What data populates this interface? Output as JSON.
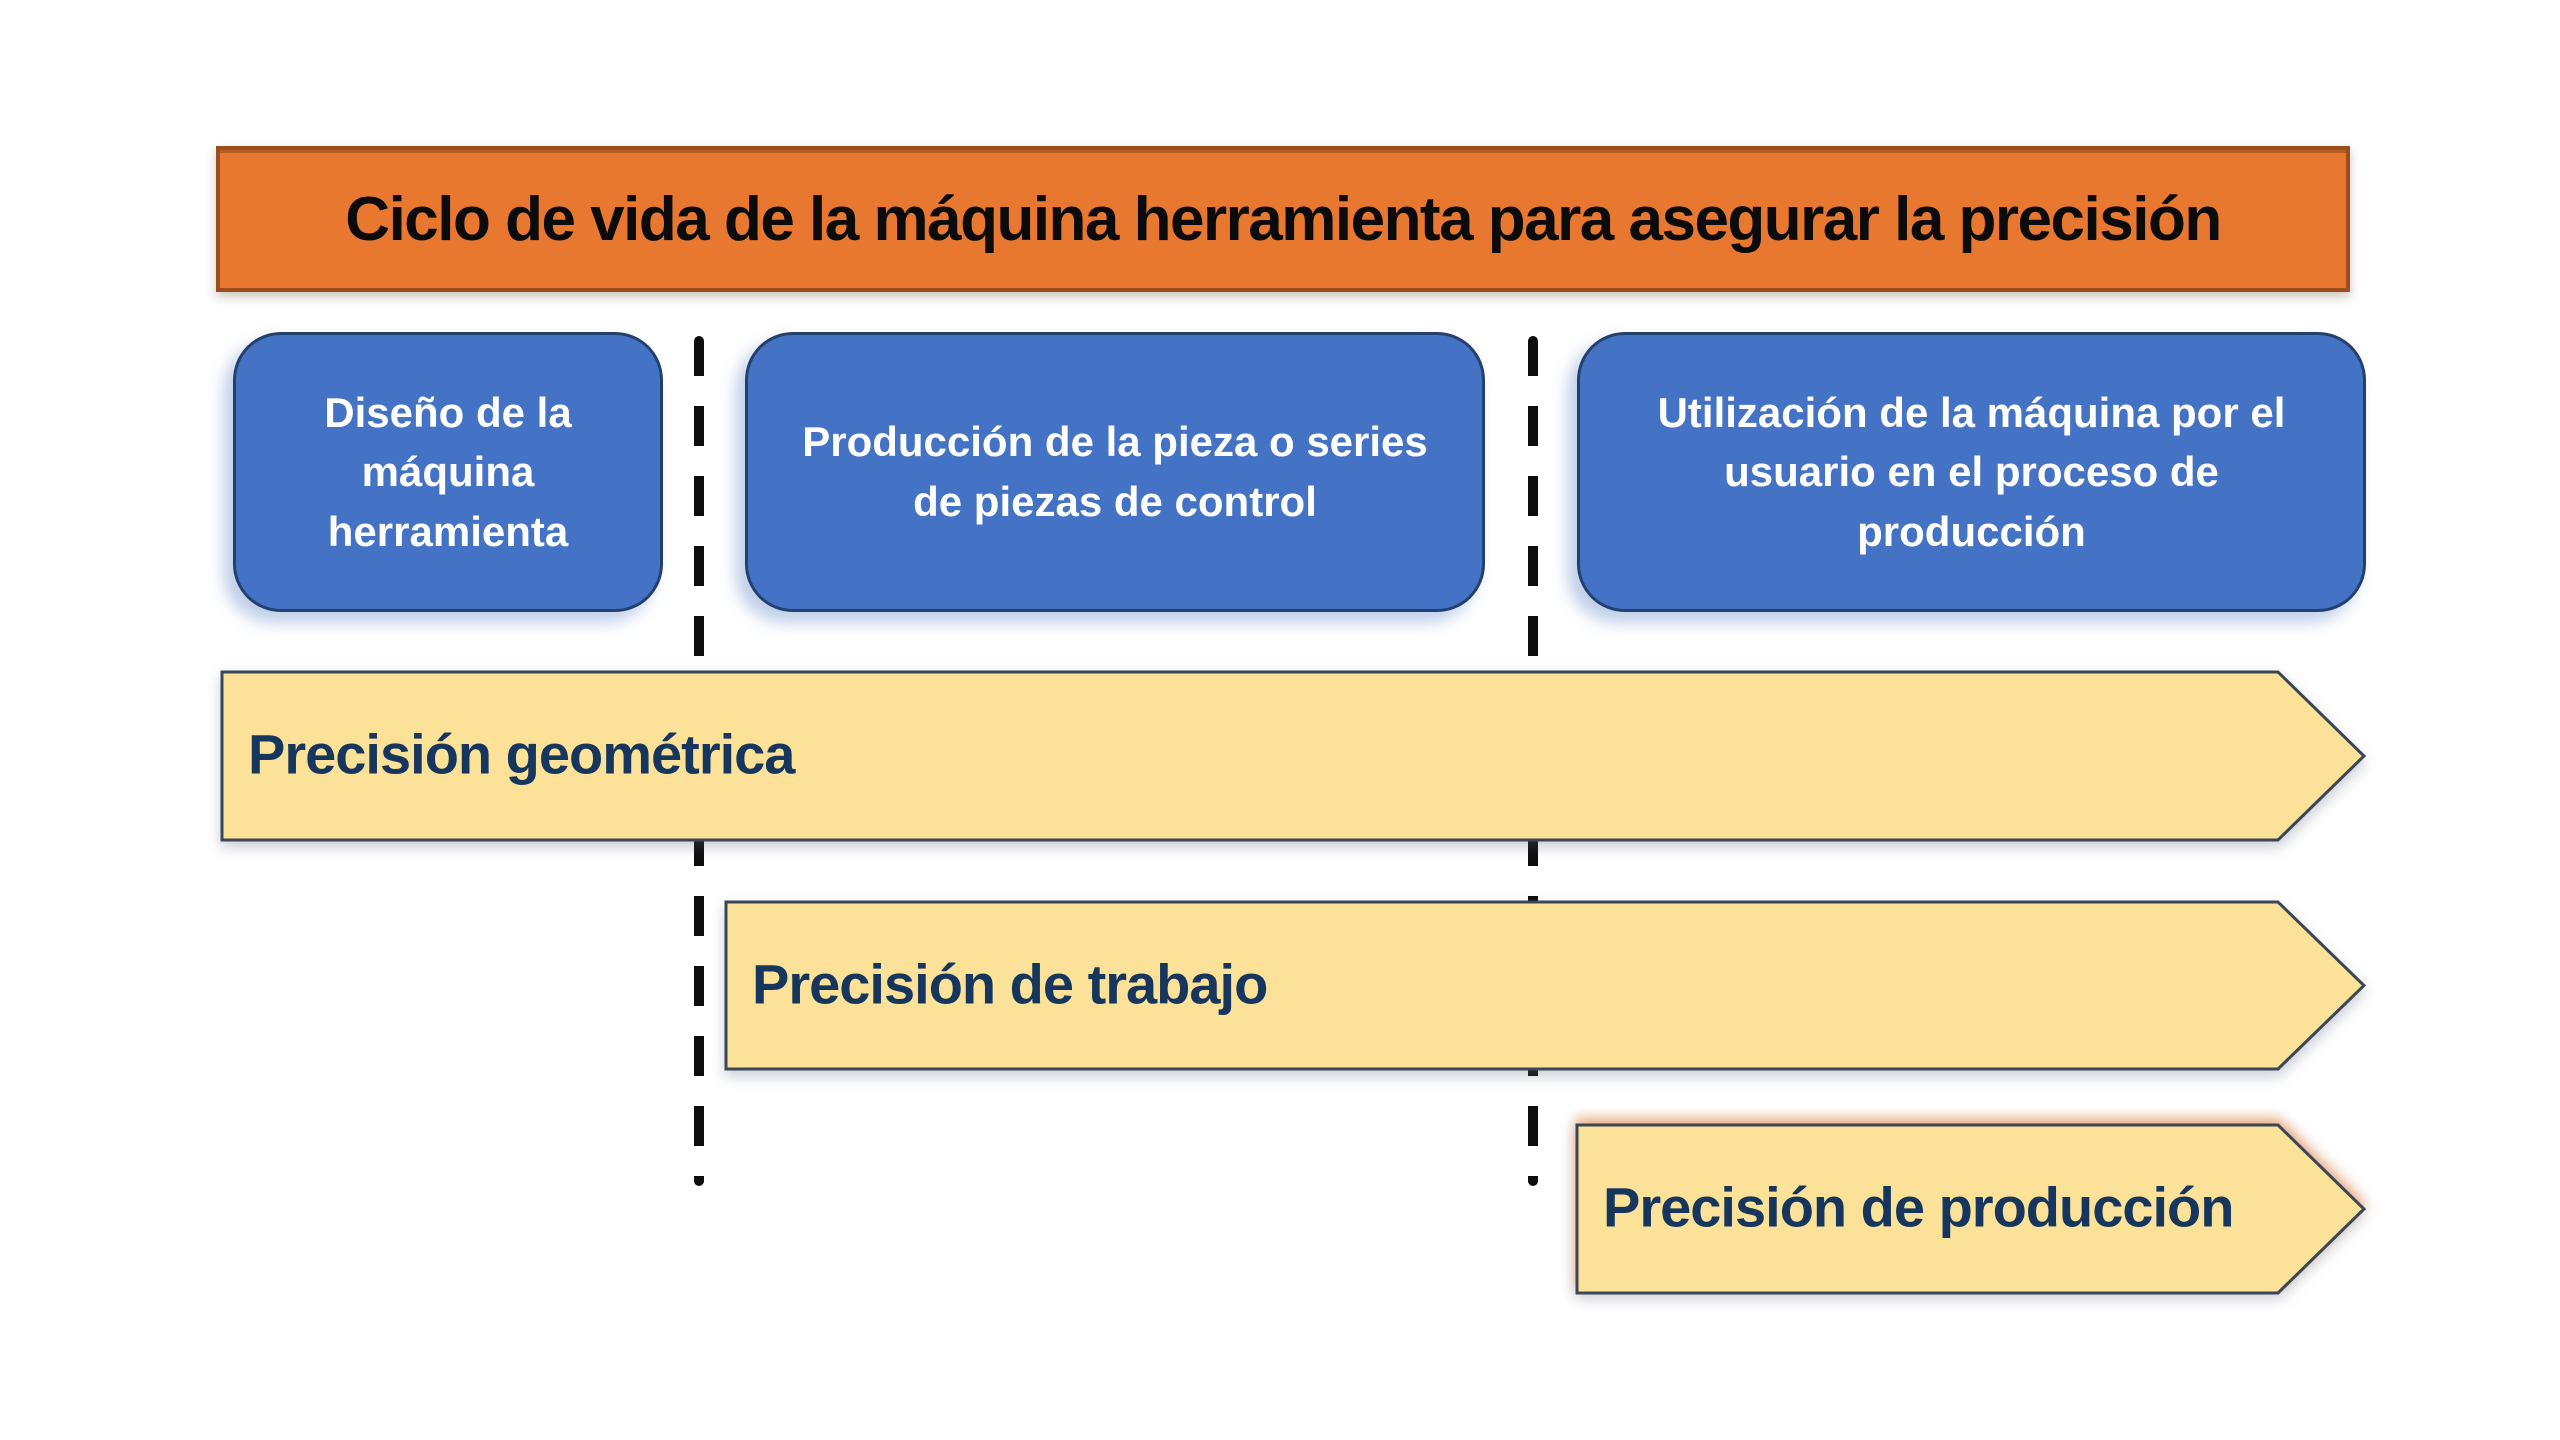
{
  "slide": {
    "title": "Ciclo de vida de la máquina herramienta para asegurar la precisión",
    "phases": [
      {
        "label": "Diseño de la\nmáquina\nherramienta"
      },
      {
        "label": "Producción de la pieza o series\nde piezas de control"
      },
      {
        "label": "Utilización de la máquina por el\nusuario en el proceso de\nproducción"
      }
    ],
    "bands": [
      {
        "label": "Precisión geométrica"
      },
      {
        "label": "Precisión de trabajo"
      },
      {
        "label": "Precisión de producción"
      }
    ],
    "colors": {
      "banner_fill": "#E8772F",
      "banner_border": "#9B4D1E",
      "title_text": "#0B0B0B",
      "phase_fill": "#4472C4",
      "phase_border": "#24406E",
      "phase_text": "#FFFFFF",
      "band_fill": "#FCE299",
      "band_border": "#3A4757",
      "band_text": "#17365D",
      "dash": "#0D0D0D",
      "bg": "#FFFFFF"
    }
  }
}
